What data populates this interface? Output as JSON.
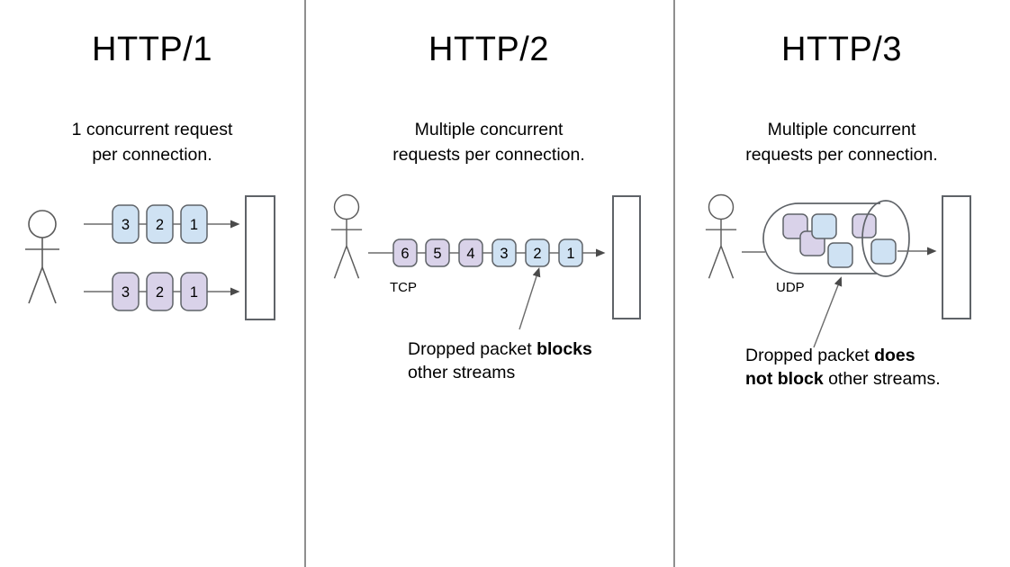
{
  "colors": {
    "packet_blue": "#cfe2f3",
    "packet_purple": "#d9d2e9",
    "packet_border": "#5f6368",
    "line_gray": "#6b6b6b",
    "arrowhead": "#4a4a4a",
    "figure_gray": "#5b5b5b",
    "server_border": "#5f6368",
    "divider_gray": "#8f8f8f"
  },
  "panels": [
    {
      "title": "HTTP/1",
      "subtitle": "1 concurrent request\nper connection.",
      "rows": [
        {
          "color": "blue",
          "packets": [
            "3",
            "2",
            "1"
          ]
        },
        {
          "color": "purple",
          "packets": [
            "3",
            "2",
            "1"
          ]
        }
      ]
    },
    {
      "title": "HTTP/2",
      "subtitle": "Multiple concurrent\nrequests per connection.",
      "transport": "TCP",
      "packets": [
        {
          "label": "6",
          "color": "purple"
        },
        {
          "label": "5",
          "color": "purple"
        },
        {
          "label": "4",
          "color": "purple"
        },
        {
          "label": "3",
          "color": "blue"
        },
        {
          "label": "2",
          "color": "blue"
        },
        {
          "label": "1",
          "color": "blue"
        }
      ],
      "caption": {
        "pre": "Dropped packet ",
        "bold": "blocks",
        "line2": "other streams"
      }
    },
    {
      "title": "HTTP/3",
      "subtitle": "Multiple concurrent\nrequests per connection.",
      "transport": "UDP",
      "tube_packets": [
        "purple",
        "purple",
        "blue",
        "blue",
        "purple",
        "blue"
      ],
      "caption": {
        "pre": "Dropped packet ",
        "bold1": "does",
        "bold2": "not block",
        "post": " other streams."
      }
    }
  ]
}
